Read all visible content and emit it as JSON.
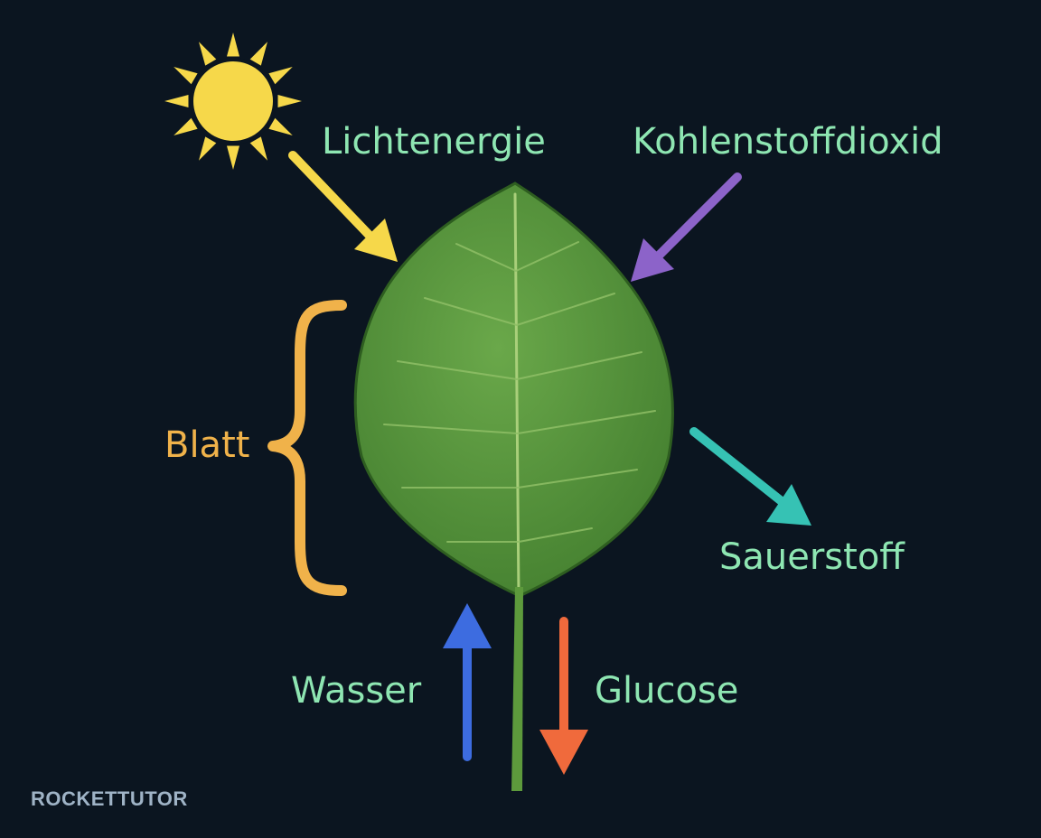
{
  "labels": {
    "light": "Lichtenergie",
    "co2": "Kohlenstoffdioxid",
    "leaf": "Blatt",
    "oxygen": "Sauerstoff",
    "water": "Wasser",
    "glucose": "Glucose"
  },
  "logo": {
    "text": "ROCKETTUTOR"
  },
  "colors": {
    "background": "#0b1520",
    "label": "#8ee6b2",
    "sun": "#f6d84a",
    "light_arrow": "#f6d84a",
    "co2_arrow": "#8c63c9",
    "oxygen_arrow": "#36c2b4",
    "water_arrow": "#3d6ce0",
    "glucose_arrow": "#f06a3c",
    "brace": "#f0b24a",
    "leaf_dark": "#3f7a2c",
    "leaf_light": "#6aa84a",
    "vein": "#a9cf7a"
  },
  "icons": [
    "sun-icon",
    "leaf-icon"
  ]
}
